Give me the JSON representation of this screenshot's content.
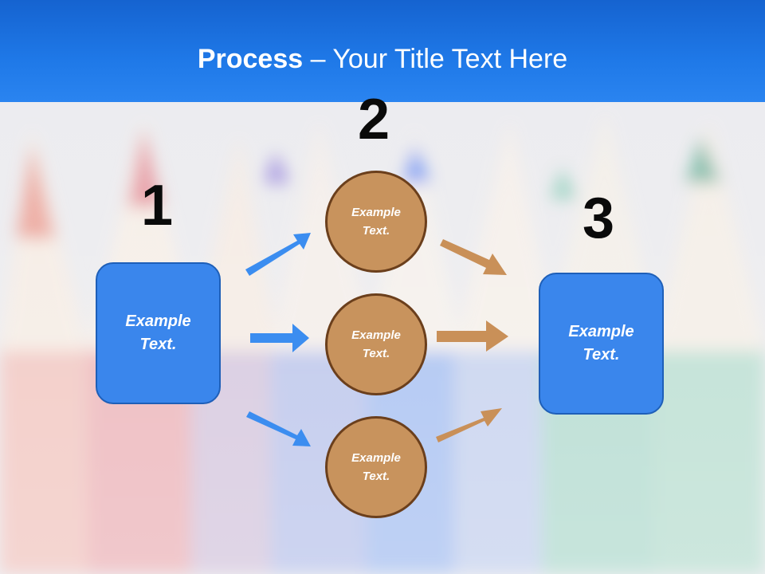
{
  "title": {
    "bold": "Process",
    "rest": " – Your Title Text Here"
  },
  "steps": [
    {
      "number": "1",
      "text": "Example Text."
    },
    {
      "number": "2",
      "items": [
        {
          "text": "Example Text."
        },
        {
          "text": "Example Text."
        },
        {
          "text": "Example Text."
        }
      ]
    },
    {
      "number": "3",
      "text": "Example Text."
    }
  ],
  "colors": {
    "header": "#1f79e8",
    "box": "#3a86ec",
    "circle": "#c8935d",
    "arrow_blue": "#3b8df0",
    "arrow_tan": "#c99058"
  },
  "icons": {
    "connector_in": "arrow-right-icon",
    "connector_out": "arrow-right-icon"
  }
}
